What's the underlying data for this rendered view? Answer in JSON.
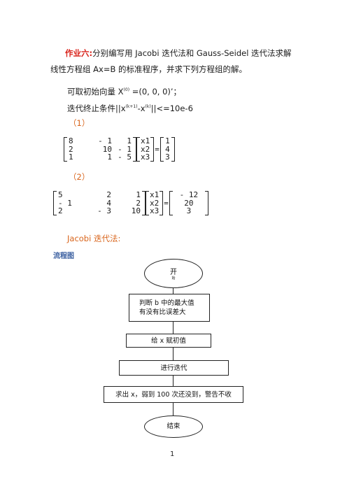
{
  "title": {
    "label": "作业六",
    "colon": ":",
    "line1": "分别编写用 Jacobi 迭代法和 Gauss-Seidel 迭代法求解",
    "line2": "线性方程组 Ax=B 的标准程序，并求下列方程组的解。"
  },
  "init": {
    "prefix": "可取初始向量    X",
    "sup": "(0)",
    "suffix": " =(0, 0, 0)’；"
  },
  "stop": {
    "prefix": "迭代终止条件||x",
    "sup1": "(k+1)",
    "mid": "-x",
    "sup2": "(k)",
    "suffix": "||<=10e-6"
  },
  "problem1": {
    "label": "（1）",
    "matrix": [
      [
        "8",
        "- 1",
        "1"
      ],
      [
        "2",
        "10",
        "- 1"
      ],
      [
        "1",
        "1",
        "- 5"
      ]
    ],
    "vars": [
      "x1",
      "x2",
      "x3"
    ],
    "rhs": [
      "1",
      "4",
      "3"
    ],
    "eq": "="
  },
  "problem2": {
    "label": "（2）",
    "matrix": [
      [
        "5",
        "2",
        "1"
      ],
      [
        "- 1",
        "4",
        "2"
      ],
      [
        "2",
        "- 3",
        "10"
      ]
    ],
    "vars": [
      "x1",
      "x2",
      "x3"
    ],
    "rhs": [
      "- 12",
      "20",
      "3"
    ],
    "eq": "="
  },
  "jacobi_heading": "Jacobi 迭代法:",
  "flowchart_heading": "流程图",
  "flowchart": {
    "start_main": "开",
    "start_small": "始",
    "step1_line1": "判断 b 中的最大值",
    "step1_line2": "有没有比误差大",
    "step2": "给 x 赋初值",
    "step3": "进行迭代",
    "step4": "求出 x，弱到 100 次还没到，警告不收",
    "end": "结束"
  },
  "page_number": "1"
}
